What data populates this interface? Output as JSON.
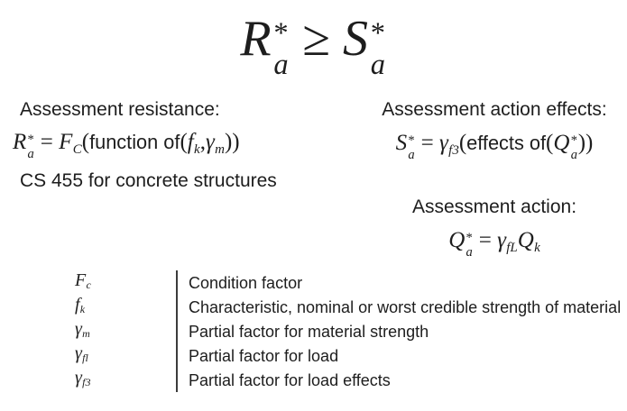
{
  "document": {
    "background": "#ffffff",
    "text_color": "#1d1d1d",
    "divider_color": "#3c3c3c"
  },
  "main_inequality": {
    "tokens": [
      {
        "t": "ss",
        "b": "R",
        "sup": "*",
        "sub": "a"
      },
      {
        "t": "r",
        "v": " ≥ "
      },
      {
        "t": "ss",
        "b": "S",
        "sup": "*",
        "sub": "a"
      }
    ]
  },
  "resistance": {
    "heading": "Assessment resistance:",
    "formula": [
      {
        "t": "ss",
        "b": "R",
        "sup": "*",
        "sub": "a"
      },
      {
        "t": "r",
        "v": " = "
      },
      {
        "t": "sub",
        "b": "F",
        "sub": "C"
      },
      {
        "t": "r",
        "v": "("
      },
      {
        "t": "s",
        "v": "function of"
      },
      {
        "t": "r",
        "v": "("
      },
      {
        "t": "sub",
        "b": "f",
        "sub": "k"
      },
      {
        "t": "r",
        "v": ","
      },
      {
        "t": "sub",
        "b": "γ",
        "sub": "m"
      },
      {
        "t": "r",
        "v": "))"
      }
    ],
    "note": "CS 455 for concrete structures"
  },
  "action_effects": {
    "heading": "Assessment action effects:",
    "formula": [
      {
        "t": "ss",
        "b": "S",
        "sup": "*",
        "sub": "a"
      },
      {
        "t": "r",
        "v": " = "
      },
      {
        "t": "sub",
        "b": "γ",
        "sub": "f3"
      },
      {
        "t": "r",
        "v": "("
      },
      {
        "t": "s",
        "v": "effects of"
      },
      {
        "t": "r",
        "v": "("
      },
      {
        "t": "ss",
        "b": "Q",
        "sup": "*",
        "sub": "a"
      },
      {
        "t": "r",
        "v": "))"
      }
    ]
  },
  "action": {
    "heading": "Assessment action:",
    "formula": [
      {
        "t": "ss",
        "b": "Q",
        "sup": "*",
        "sub": "a"
      },
      {
        "t": "r",
        "v": " = "
      },
      {
        "t": "sub",
        "b": "γ",
        "sub": "fL"
      },
      {
        "t": "sub",
        "b": "Q",
        "sub": "k"
      }
    ]
  },
  "definitions": {
    "rows": [
      {
        "symbol": [
          {
            "t": "sub",
            "b": "F",
            "sub": "c"
          }
        ],
        "description": "Condition factor"
      },
      {
        "symbol": [
          {
            "t": "sub",
            "b": "f",
            "sub": "k"
          }
        ],
        "description": "Characteristic, nominal or worst credible strength of material"
      },
      {
        "symbol": [
          {
            "t": "sub",
            "b": "γ",
            "sub": "m"
          }
        ],
        "description": "Partial factor for material strength"
      },
      {
        "symbol": [
          {
            "t": "sub",
            "b": "γ",
            "sub": "fl"
          }
        ],
        "description": "Partial factor for load"
      },
      {
        "symbol": [
          {
            "t": "sub",
            "b": "γ",
            "sub": "f3"
          }
        ],
        "description": "Partial factor for load effects"
      }
    ]
  }
}
